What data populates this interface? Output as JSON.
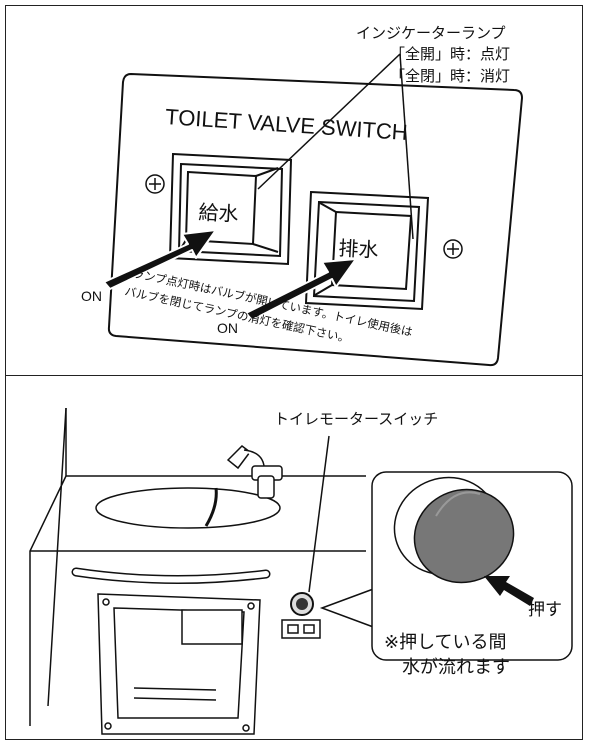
{
  "top_panel": {
    "indicator": {
      "title": "インジケーターランプ",
      "open_state": "「全開」時：点灯",
      "closed_state": "「全閉」時：消灯"
    },
    "plate_title": "TOILET VALVE SWITCH",
    "supply_button": "給水",
    "drain_button": "排水",
    "warning_line1": "ランプ点灯時はバルブが開いています。トイレ使用後は",
    "warning_line2": "バルブを閉じてランプの消灯を確認下さい。",
    "on_label_left": "ON",
    "on_label_center": "ON"
  },
  "bottom_panel": {
    "motor_switch_label": "トイレモータースイッチ",
    "push_label": "押す",
    "note_line1": "※押している間",
    "note_line2": "水が流れます"
  }
}
